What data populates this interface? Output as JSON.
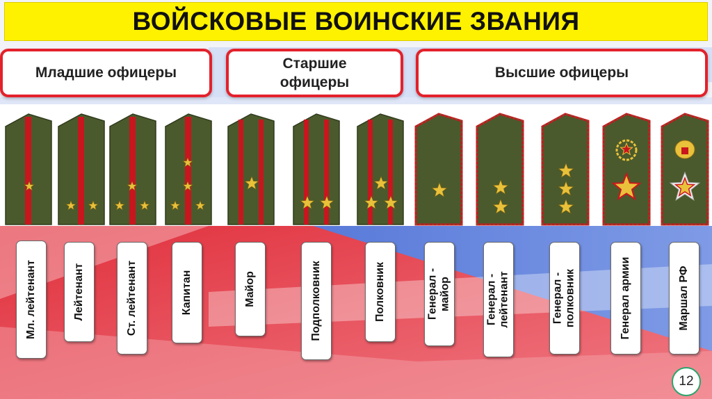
{
  "title": "ВОЙСКОВЫЕ ВОИНСКИЕ ЗВАНИЯ",
  "categories": {
    "junior": "Младшие офицеры",
    "senior_line1": "Старшие",
    "senior_line2": "офицеры",
    "higher": "Высшие офицеры"
  },
  "ranks": [
    {
      "label": "Мл. лейтенант",
      "insignia": "1 star"
    },
    {
      "label": "Лейтенант",
      "insignia": "2 stars"
    },
    {
      "label": "Ст. лейтенант",
      "insignia": "3 stars"
    },
    {
      "label": "Капитан",
      "insignia": "4 stars"
    },
    {
      "label": "Майор",
      "insignia": "1 star, 2 stripes"
    },
    {
      "label": "Подполковник",
      "insignia": "2 stars, 2 stripes"
    },
    {
      "label": "Полковник",
      "insignia": "3 stars, 2 stripes"
    },
    {
      "label": "Генерал - майор",
      "insignia": "1 star, general"
    },
    {
      "label": "Генерал - лейтенант",
      "insignia": "2 stars, general"
    },
    {
      "label": "Генерал - полковник",
      "insignia": "3 stars, general"
    },
    {
      "label": "Генерал армии",
      "insignia": "wreath emblem and large star"
    },
    {
      "label": "Маршал РФ",
      "insignia": "coat of arms and large star"
    }
  ],
  "page_number": "12",
  "colors": {
    "title_bg": "#fff200",
    "frame_red": "#e3212b",
    "strap_green": "#4a5a2c",
    "stripe_red": "#c8161e",
    "star_gold": "#e9c13a"
  }
}
